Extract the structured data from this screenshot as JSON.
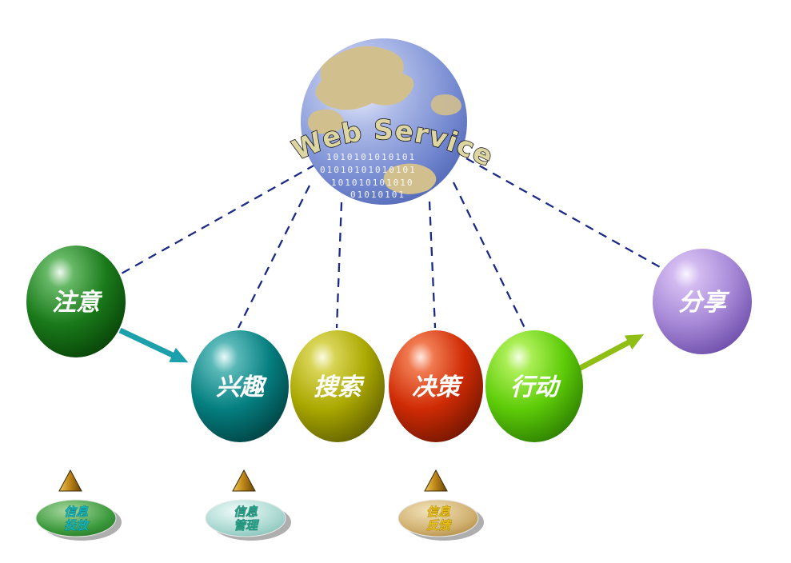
{
  "globe": {
    "label": "Web Service",
    "binary_rows": [
      "1010101010101",
      "01010101010101",
      "101010101010",
      "01010101"
    ]
  },
  "stages": [
    {
      "id": "attention",
      "label": "注意",
      "color": "#1a7a1a"
    },
    {
      "id": "interest",
      "label": "兴趣",
      "color": "#057f80"
    },
    {
      "id": "search",
      "label": "搜索",
      "color": "#aaa800"
    },
    {
      "id": "decision",
      "label": "决策",
      "color": "#cf2b05"
    },
    {
      "id": "action",
      "label": "行动",
      "color": "#5ecc08"
    },
    {
      "id": "share",
      "label": "分享",
      "color": "#a88ad8"
    }
  ],
  "bottom_items": [
    {
      "id": "info-delivery",
      "line1": "信息",
      "line2": "投放",
      "badge_color": "#3c9a3c",
      "text_color": "#15b2ba"
    },
    {
      "id": "info-management",
      "line1": "信息",
      "line2": "管理",
      "badge_color": "#a8d8d0",
      "text_color": "#2aa088"
    },
    {
      "id": "info-feedback",
      "line1": "信息",
      "line2": "反馈",
      "badge_color": "#d0b070",
      "text_color": "#e8c018"
    }
  ],
  "colors": {
    "connector_dash": "#1c2b86",
    "arrow_teal": "#1ba0ac",
    "arrow_white": "#ffffff",
    "arrow_green": "#8fbe14",
    "globe_ocean": "#7388d0",
    "globe_land": "#d2bf8e",
    "cone_gold": "#c08818"
  }
}
